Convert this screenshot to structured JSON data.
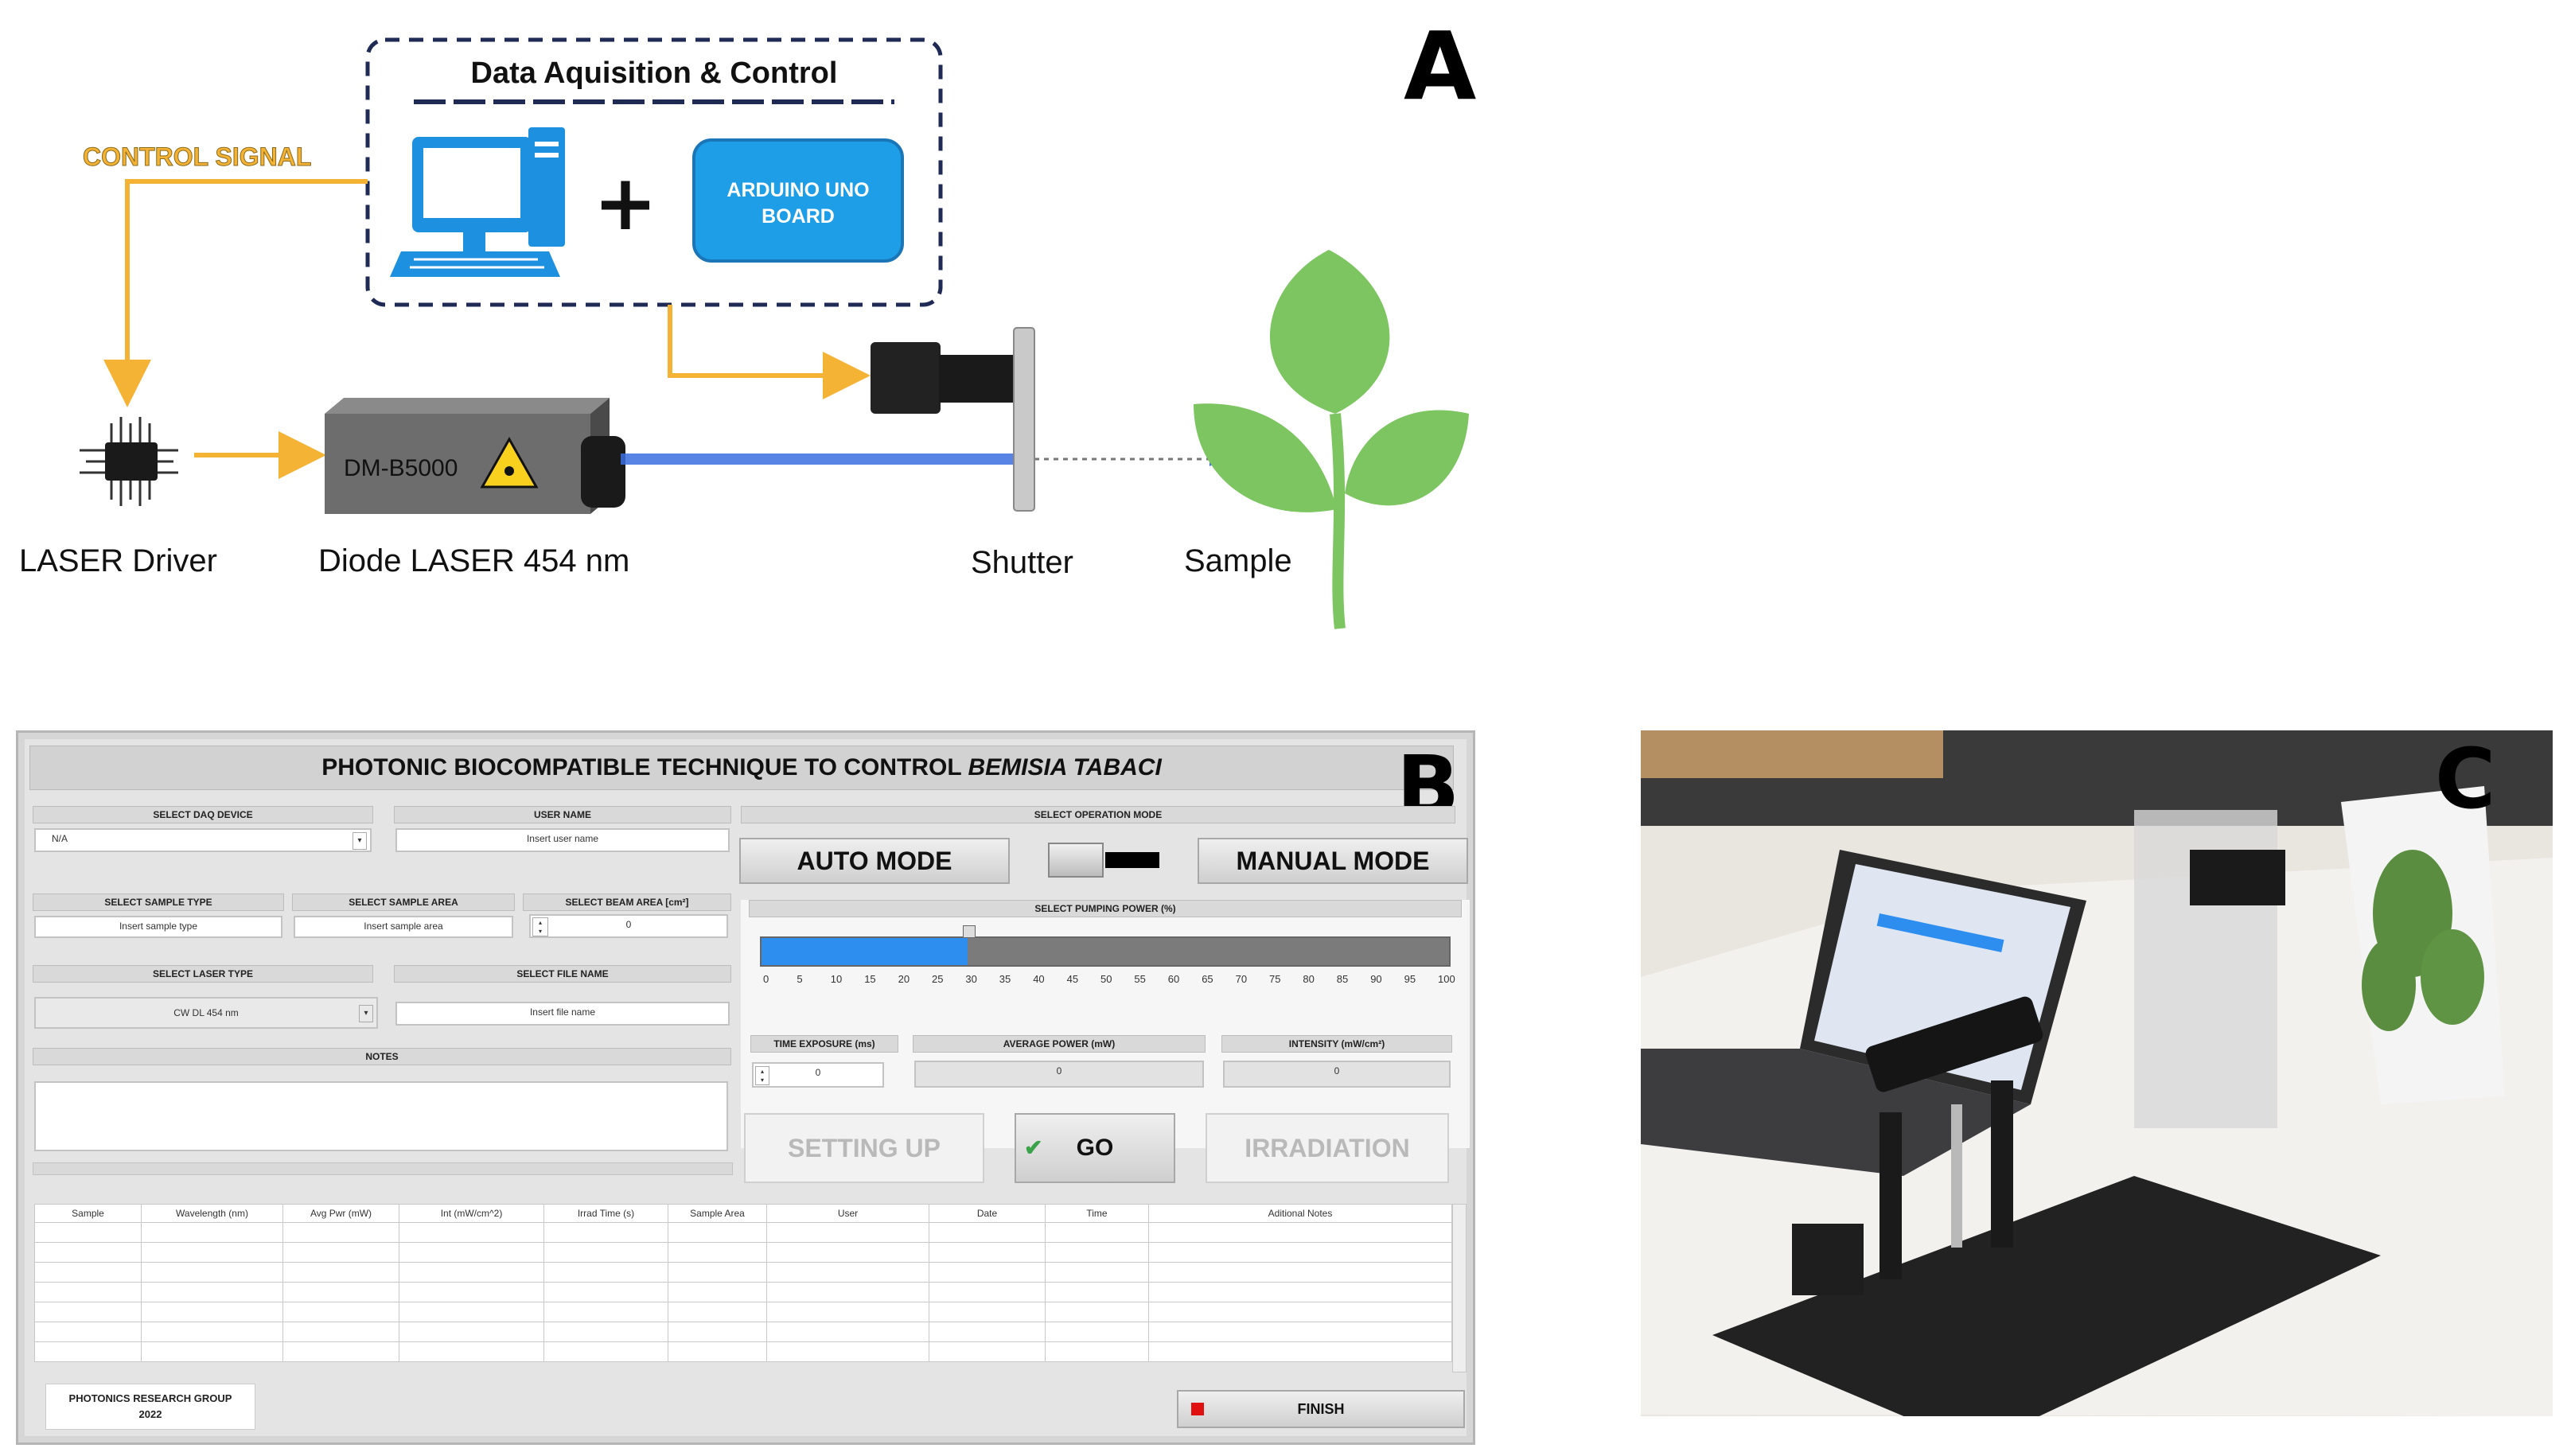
{
  "panelA": {
    "letter": "A",
    "daq_title": "Data Aquisition & Control",
    "control_signal": "CONTROL SIGNAL",
    "plus": "+",
    "arduino_line1": "ARDUINO UNO",
    "arduino_line2": "BOARD",
    "laser_model": "DM-B5000",
    "labels": {
      "laser_driver": "LASER Driver",
      "diode_laser": "Diode LASER 454 nm",
      "shutter": "Shutter",
      "sample": "Sample"
    },
    "colors": {
      "signal": "#f5b335",
      "box_blue": "#1f9ee8",
      "computer_blue": "#1e90e0",
      "beam": "#3b6fe0",
      "leaf_green": "#7cc560",
      "laser_body": "#6d6d6d",
      "dash_border": "#1f2a55"
    }
  },
  "panelB": {
    "letter": "B",
    "title_main": "PHOTONIC BIOCOMPATIBLE TECHNIQUE TO CONTROL ",
    "title_italic": "BEMISIA TABACI",
    "select_daq_device": "SELECT DAQ DEVICE",
    "daq_value": "N/A",
    "user_name_label": "USER NAME",
    "user_name_placeholder": "Insert user name",
    "select_operation_mode": "SELECT OPERATION MODE",
    "auto_mode": "AUTO MODE",
    "manual_mode": "MANUAL MODE",
    "select_sample_type": "SELECT SAMPLE TYPE",
    "sample_type_placeholder": "Insert sample type",
    "select_sample_area": "SELECT SAMPLE AREA",
    "sample_area_placeholder": "Insert sample area",
    "select_beam_area": "SELECT BEAM AREA [cm²]",
    "beam_area_value": "0",
    "select_pumping_power": "SELECT PUMPING POWER (%)",
    "pumping_power_fraction": 0.3,
    "slider_ticks": [
      "0",
      "5",
      "10",
      "15",
      "20",
      "25",
      "30",
      "35",
      "40",
      "45",
      "50",
      "55",
      "60",
      "65",
      "70",
      "75",
      "80",
      "85",
      "90",
      "95",
      "100"
    ],
    "select_laser_type": "SELECT LASER TYPE",
    "laser_type_value": "CW DL 454 nm",
    "select_file_name": "SELECT FILE NAME",
    "file_name_placeholder": "Insert file name",
    "notes_label": "NOTES",
    "time_exposure_label": "TIME EXPOSURE (ms)",
    "time_exposure_value": "0",
    "average_power_label": "AVERAGE POWER (mW)",
    "average_power_value": "0",
    "intensity_label": "INTENSITY (mW/cm²)",
    "intensity_value": "0",
    "setting_up_laser": "SETTING UP LASER",
    "go": "GO",
    "check_mark": "✔",
    "irradiation": "IRRADIATION",
    "table_headers": [
      "Sample",
      "Wavelength (nm)",
      "Avg Pwr (mW)",
      "Int (mW/cm^2)",
      "Irrad Time (s)",
      "Sample Area",
      "User",
      "Date",
      "Time",
      "Aditional Notes"
    ],
    "footer_group": "PHOTONICS RESEARCH GROUP",
    "footer_year": "2022",
    "finish": "FINISH",
    "colors": {
      "slider_fill": "#2d8ef0",
      "finish_led": "#e01010",
      "go_check": "#3aa34a"
    }
  },
  "panelC": {
    "letter": "C"
  }
}
